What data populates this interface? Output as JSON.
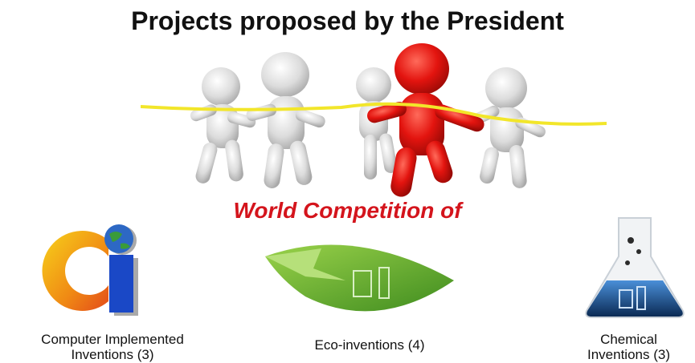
{
  "title": "Projects proposed by the President",
  "subtitle": "World Competition of",
  "colors": {
    "subtitle": "#d4141c",
    "runner_red": "#e3140f",
    "ribbon": "#f2e62a"
  },
  "categories": [
    {
      "label_line1": "Computer Implemented",
      "label_line2": "Inventions (3)",
      "icon": "ci-globe-logo-icon"
    },
    {
      "label": "Eco-inventions (4)",
      "icon": "leaf-logo-icon"
    },
    {
      "label_line1": "Chemical",
      "label_line2": "Inventions (3)",
      "icon": "flask-logo-icon"
    }
  ]
}
